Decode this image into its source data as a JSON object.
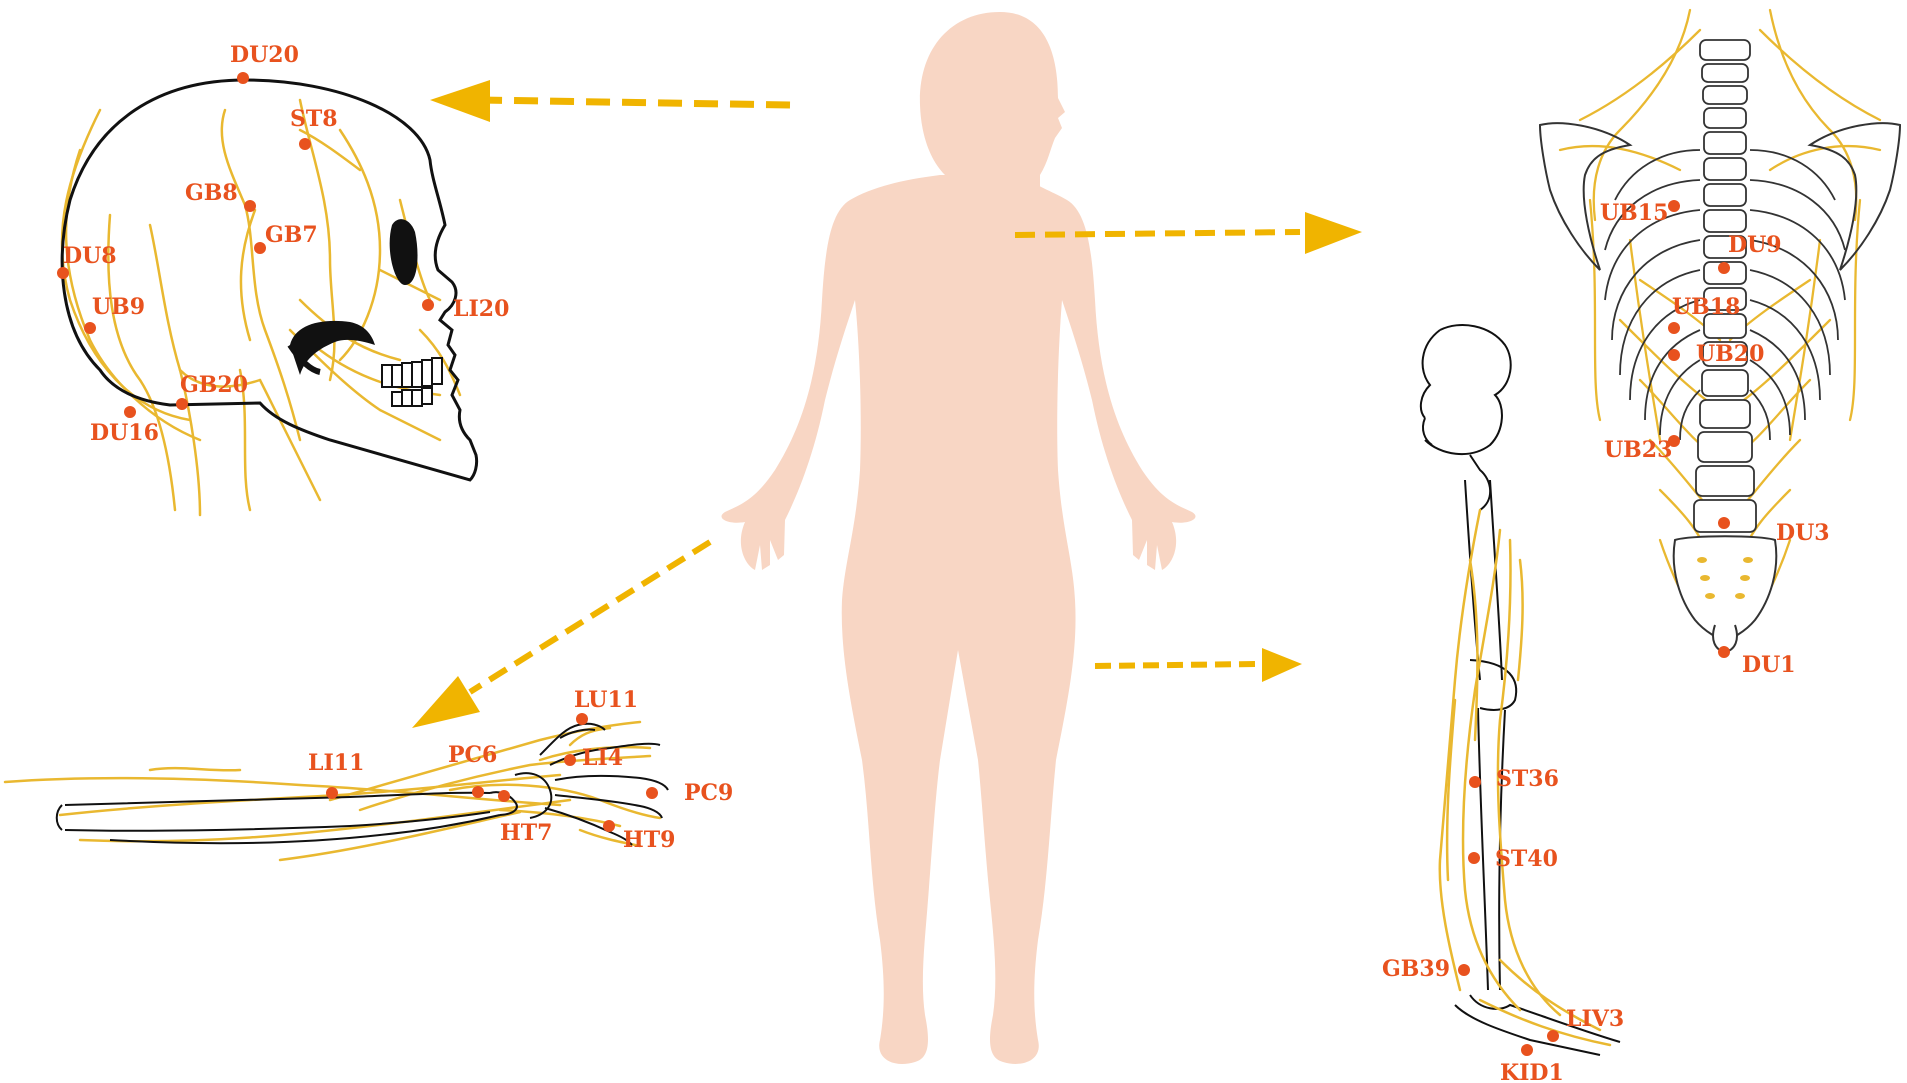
{
  "colors": {
    "point": "#e8521e",
    "label": "#e8521e",
    "nerve": "#e9b830",
    "arrow": "#f0b400",
    "body": "#f8d6c4",
    "outline": "#111111"
  },
  "acupoints": {
    "head": [
      "DU20",
      "ST8",
      "GB8",
      "GB7",
      "DU8",
      "UB9",
      "LI20",
      "GB20",
      "DU16"
    ],
    "arm": [
      "LU11",
      "LI11",
      "PC6",
      "LI4",
      "PC9",
      "HT7",
      "HT9"
    ],
    "back": [
      "UB15",
      "DU9",
      "UB18",
      "UB20",
      "UB23",
      "DU3",
      "DU1"
    ],
    "leg": [
      "ST36",
      "ST40",
      "GB39",
      "LIV3",
      "KID1"
    ]
  }
}
